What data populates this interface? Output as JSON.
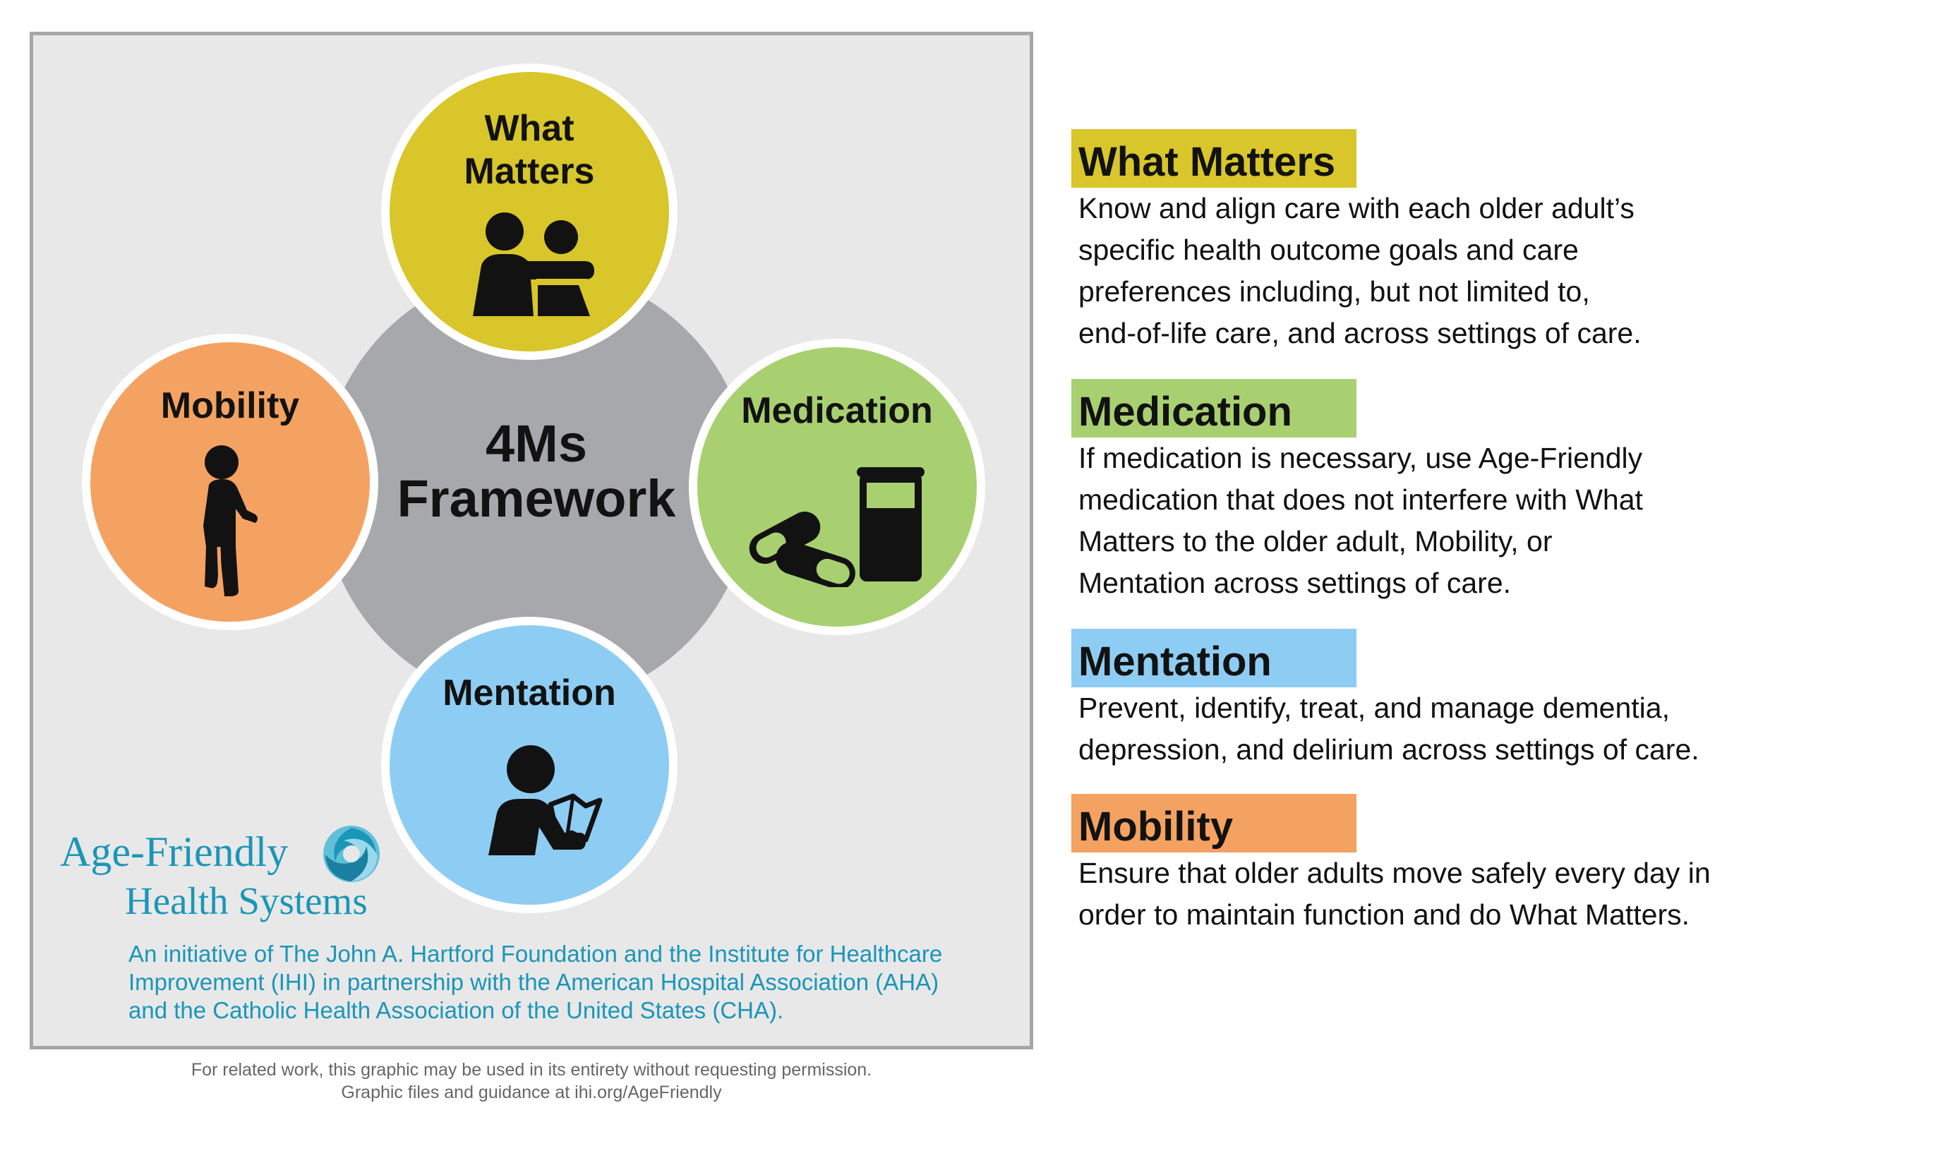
{
  "hub": {
    "title_line1": "4Ms",
    "title_line2": "Framework",
    "color": "#a7a8ab"
  },
  "circles": {
    "what_matters": {
      "label_line1": "What",
      "label_line2": "Matters",
      "icon": "two-people-embrace-icon",
      "color": "#d8c62a"
    },
    "mobility": {
      "label": "Mobility",
      "icon": "walking-person-icon",
      "color": "#f4a261"
    },
    "medication": {
      "label": "Medication",
      "icon": "pills-and-bottle-icon",
      "color": "#a8d070"
    },
    "mentation": {
      "label": "Mentation",
      "icon": "person-reading-icon",
      "color": "#8ecdf3"
    }
  },
  "logo": {
    "line1": "Age-Friendly",
    "line2": "Health Systems",
    "icon": "swirl-icon",
    "color": "#1a96b8"
  },
  "initiative": {
    "line1": "An initiative of The John A. Hartford Foundation and the Institute for Healthcare",
    "line2": "Improvement (IHI) in partnership with the American Hospital Association (AHA)",
    "line3": "and the Catholic Health Association of the United States (CHA)."
  },
  "permission": {
    "line1": "For related work, this graphic may be used in its entirety without requesting permission.",
    "line2": "Graphic files and guidance at ihi.org/AgeFriendly"
  },
  "legend": {
    "what_matters": {
      "title": "What Matters",
      "color": "#d8c62a",
      "lines": [
        "Know and align care with each older adult’s",
        "specific health outcome goals and care",
        "preferences including, but not limited to,",
        "end-of-life care, and across settings of care."
      ]
    },
    "medication": {
      "title": "Medication",
      "color": "#a8d070",
      "lines": [
        "If medication is necessary, use Age-Friendly",
        "medication that does not interfere with What",
        "Matters to the older adult, Mobility, or",
        "Mentation across settings of care."
      ]
    },
    "mentation": {
      "title": "Mentation",
      "color": "#8ecdf3",
      "lines": [
        "Prevent, identify, treat, and manage dementia,",
        "depression, and delirium across settings of care."
      ]
    },
    "mobility": {
      "title": "Mobility",
      "color": "#f4a261",
      "lines": [
        "Ensure that older adults move safely every day in",
        "order to maintain function and do What Matters."
      ]
    }
  }
}
